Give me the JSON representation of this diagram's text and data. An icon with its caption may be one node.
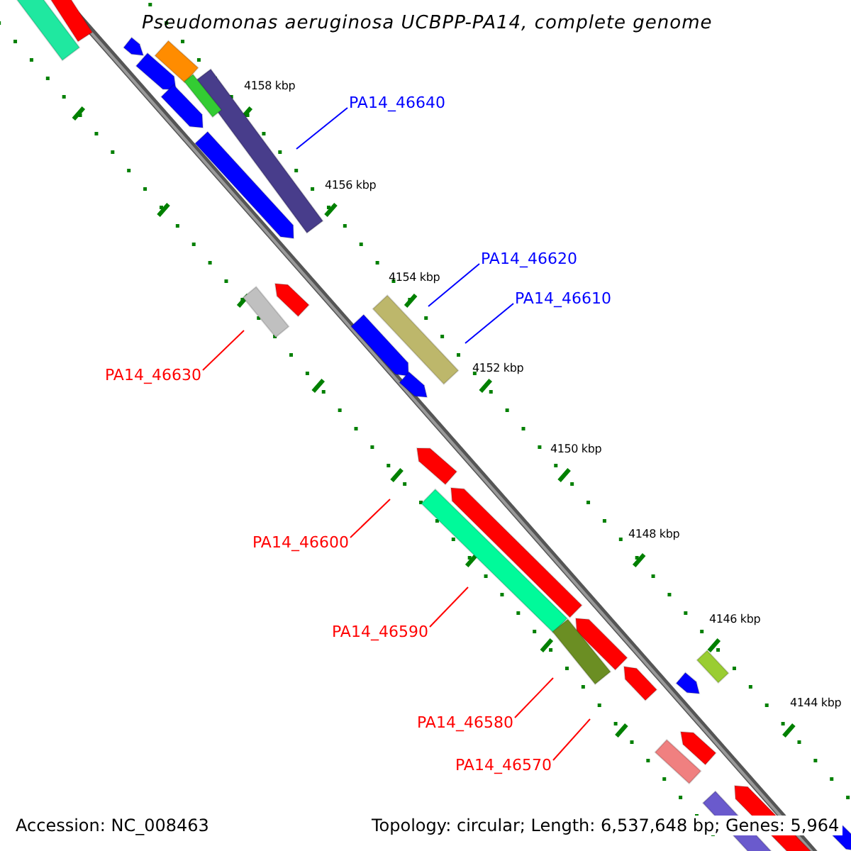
{
  "diagram": {
    "title": "Pseudomonas aeruginosa UCBPP-PA14, complete genome",
    "nodes": [
      {
        "text": [
          "PA14_46640"
        ]
      },
      {
        "text": [
          "PA14_46620"
        ]
      },
      {
        "text": [
          "PA14_46610"
        ]
      },
      {
        "text": [
          "PA14_46630"
        ]
      },
      {
        "text": [
          "PA14_46600"
        ]
      },
      {
        "text": [
          "PA14_46590"
        ]
      },
      {
        "text": [
          "PA14_46580"
        ]
      },
      {
        "text": [
          "PA14_46570"
        ]
      }
    ],
    "edges": [
      {
        "from": 0,
        "to": null,
        "arrow": "none",
        "color": "#0000ff"
      },
      {
        "from": 1,
        "to": null,
        "arrow": "none",
        "color": "#0000ff"
      },
      {
        "from": 2,
        "to": null,
        "arrow": "none",
        "color": "#0000ff"
      },
      {
        "from": 3,
        "to": null,
        "arrow": "none"
      },
      {
        "from": 4,
        "to": null,
        "arrow": "none"
      },
      {
        "from": 5,
        "to": null,
        "arrow": "none"
      },
      {
        "from": 6,
        "to": null,
        "arrow": "none"
      },
      {
        "from": 7,
        "to": null,
        "arrow": "none"
      }
    ],
    "labels": [
      "4158 kbp",
      "4156 kbp",
      "4154 kbp",
      "4152 kbp",
      "4150 kbp",
      "4148 kbp",
      "4146 kbp",
      "4144 kbp",
      "Accession: NC_008463",
      "Topology: circular; Length: 6,537,648 bp; Genes: 5,964"
    ]
  }
}
